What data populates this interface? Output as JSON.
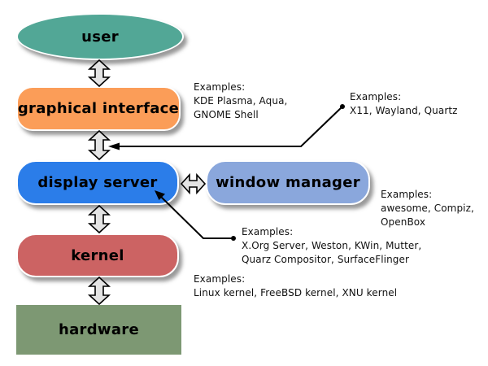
{
  "diagram": {
    "nodes": {
      "user": {
        "label": "user",
        "color": "#52a796",
        "shape": "ellipse"
      },
      "graphical_interface": {
        "label": "graphical interface",
        "color": "#fb9d58",
        "shape": "rounded"
      },
      "display_server": {
        "label": "display server",
        "color": "#2b7de9",
        "shape": "rounded"
      },
      "window_manager": {
        "label": "window manager",
        "color": "#8aa7dc",
        "shape": "rounded"
      },
      "kernel": {
        "label": "kernel",
        "color": "#cc6363",
        "shape": "rounded"
      },
      "hardware": {
        "label": "hardware",
        "color": "#7d9873",
        "shape": "rect"
      }
    },
    "annotations": {
      "graphical_interface": {
        "lines": [
          "Examples:",
          "KDE Plasma, Aqua,",
          "GNOME Shell"
        ]
      },
      "display_protocols": {
        "lines": [
          "Examples:",
          "X11, Wayland, Quartz"
        ]
      },
      "window_manager": {
        "lines": [
          "Examples:",
          "awesome, Compiz,",
          "OpenBox"
        ]
      },
      "display_server": {
        "lines": [
          "Examples:",
          "X.Org Server, Weston, KWin, Mutter,",
          "Quarz Compositor, SurfaceFlinger"
        ]
      },
      "kernel": {
        "lines": [
          "Examples:",
          "Linux kernel, FreeBSD kernel, XNU kernel"
        ]
      }
    },
    "connector_color": "#000000",
    "double_arrow_fill": "#e4e4e4"
  }
}
